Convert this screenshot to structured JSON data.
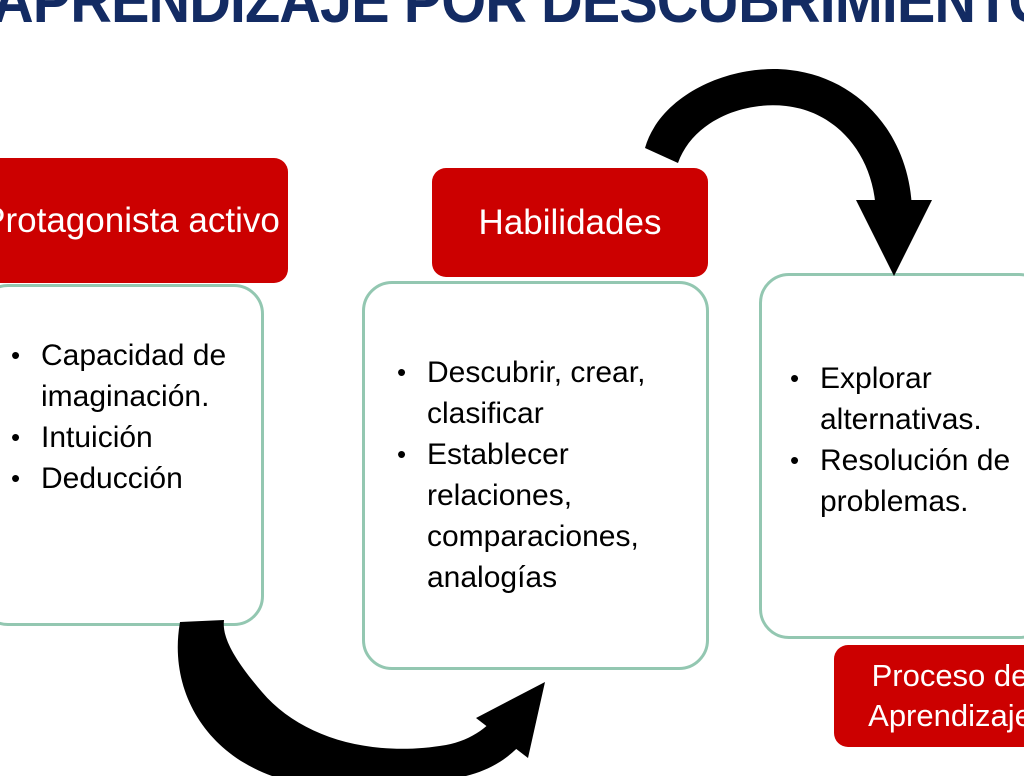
{
  "slide": {
    "title": "APRENDIZAJE POR DESCUBRIMIENTO",
    "title_color": "#132B63",
    "background_color": "#FFFFFF",
    "accent_red": "#CC0000",
    "card_border_color": "#93C7B1",
    "arrow_color": "#000000"
  },
  "headers": {
    "left": "Protagonista activo",
    "middle": "Habilidades",
    "bottom_right": "Proceso de Aprendizaje"
  },
  "cards": {
    "left": {
      "bullets": [
        "Capacidad de imaginación.",
        "Intuición",
        "Deducción"
      ]
    },
    "middle": {
      "bullets": [
        "Descubrir, crear, clasificar",
        "Establecer relaciones, comparaciones, analogías"
      ]
    },
    "right": {
      "bullets": [
        "Explorar alternativas.",
        "Resolución de problemas."
      ]
    }
  },
  "arrows": [
    {
      "name": "top-curved-arrow",
      "direction": "left-to-right-clockwise"
    },
    {
      "name": "bottom-curved-arrow",
      "direction": "left-to-right-clockwise"
    }
  ]
}
